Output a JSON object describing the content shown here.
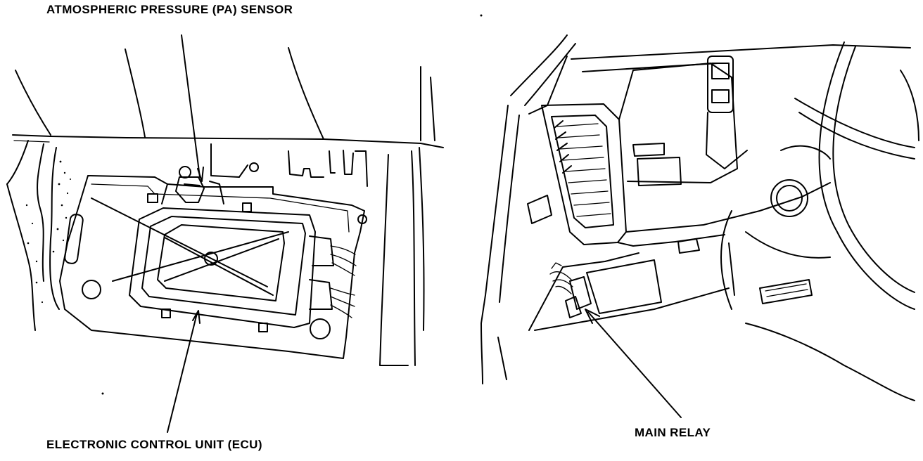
{
  "labels": {
    "pa_sensor": "ATMOSPHERIC PRESSURE (PA) SENSOR",
    "ecu": "ELECTRONIC CONTROL UNIT (ECU)",
    "main_relay": "MAIN RELAY"
  },
  "colors": {
    "ink": "#000000",
    "paper": "#ffffff"
  }
}
